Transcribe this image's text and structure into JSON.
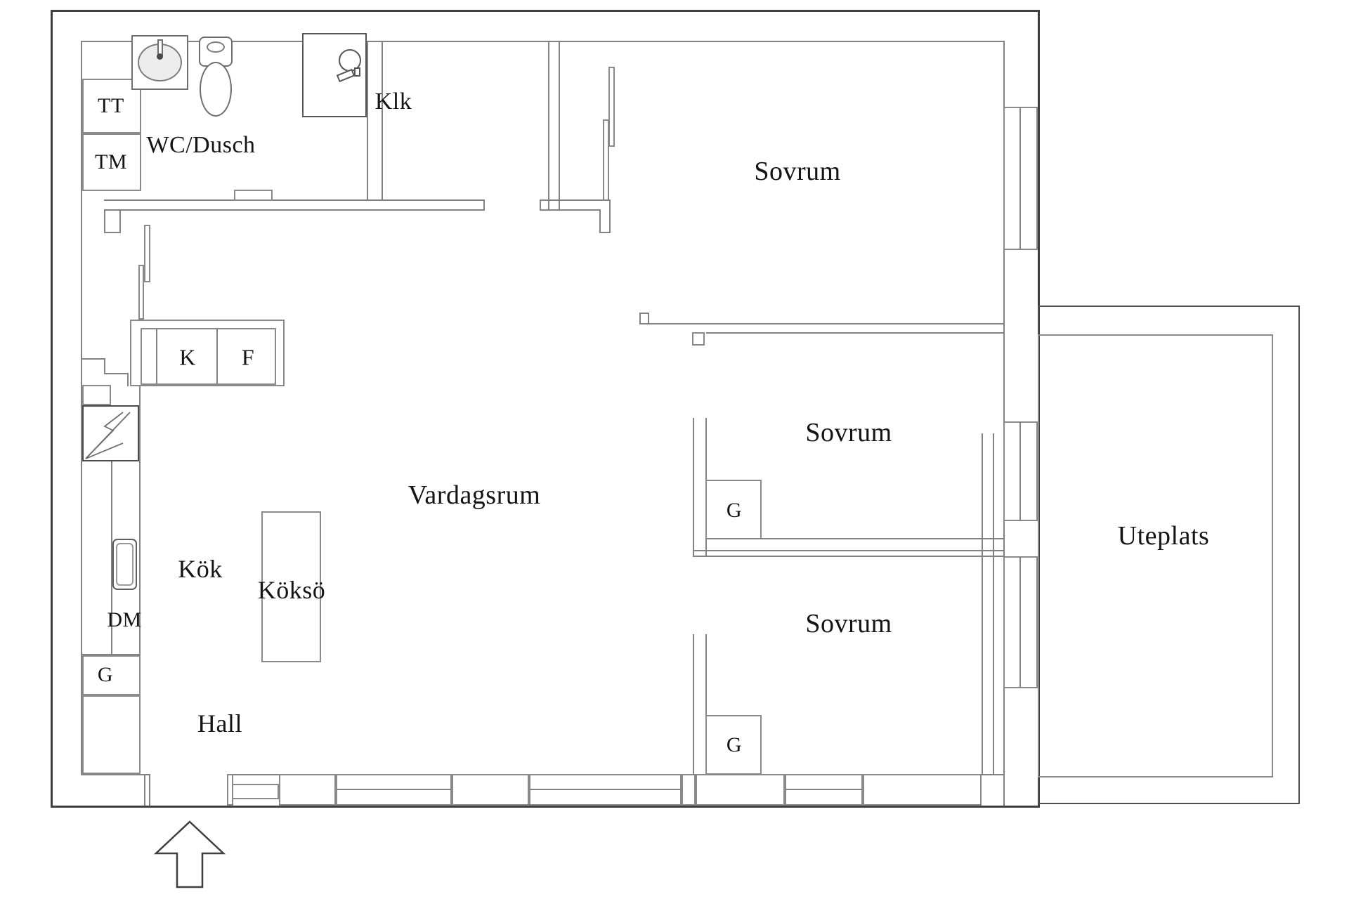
{
  "labels": {
    "tt": "TT",
    "tm": "TM",
    "wc_dusch": "WC/Dusch",
    "klk": "Klk",
    "sovrum1": "Sovrum",
    "sovrum2": "Sovrum",
    "sovrum3": "Sovrum",
    "vardagsrum": "Vardagsrum",
    "kok": "Kök",
    "kokso": "Köksö",
    "hall": "Hall",
    "uteplats": "Uteplats",
    "k": "K",
    "f": "F",
    "dm": "DM",
    "g_kitchen": "G",
    "g_sovrum2": "G",
    "g_sovrum3": "G"
  },
  "colors": {
    "outer_wall": "#3f3f3f",
    "inner_wall": "#828282",
    "text": "#141414",
    "background": "#ffffff"
  }
}
